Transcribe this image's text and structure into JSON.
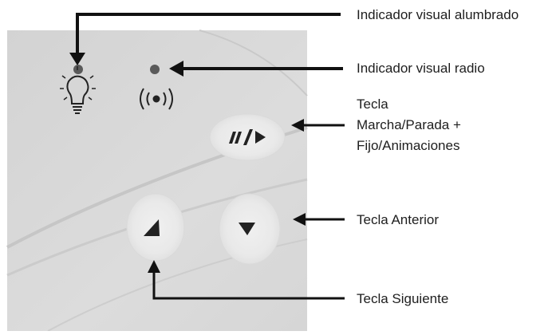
{
  "labels": {
    "alumbrado": "Indicador visual alumbrado",
    "radio": "Indicador visual radio",
    "marcha_line1": "Tecla",
    "marcha_line2": "Marcha/Parada +",
    "marcha_line3": "Fijo/Animaciones",
    "anterior": "Tecla Anterior",
    "siguiente": "Tecla Siguiente"
  },
  "icons": {
    "alumbrado": "lightbulb-icon",
    "radio": "radio-waves-icon",
    "play_pause": "pause-play-icon",
    "up": "triangle-up-icon",
    "down": "triangle-down-icon"
  },
  "colors": {
    "panel": "#d9d9d9",
    "arrow": "#111111",
    "button": "#ebebeb",
    "led": "#585858"
  }
}
